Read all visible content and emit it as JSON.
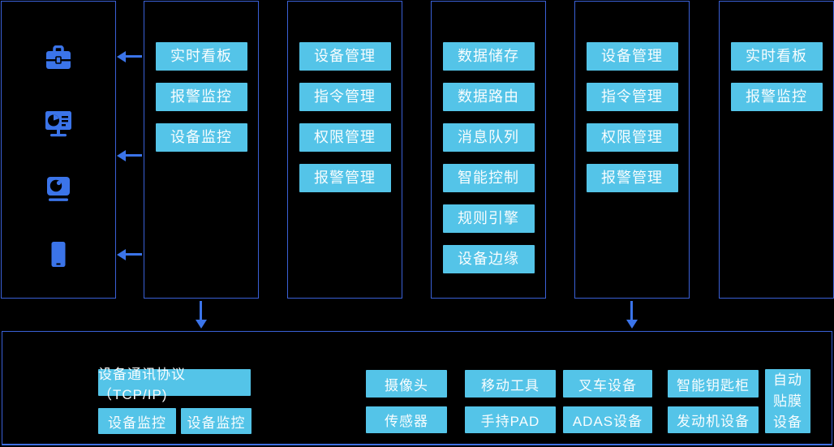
{
  "colors": {
    "background": "#000000",
    "panel_border": "#3a60d6",
    "button_bg": "#54c4e8",
    "button_text": "#ffffff",
    "icon_blue": "#3b74e9",
    "arrow_blue": "#3b74e9"
  },
  "columns": [
    {
      "name": "terminal-devices",
      "icons": [
        "briefcase-icon",
        "monitor-chart-icon",
        "camera-icon",
        "phone-icon"
      ]
    },
    {
      "name": "monitoring-app-left",
      "buttons": [
        "实时看板",
        "报警监控",
        "设备监控"
      ]
    },
    {
      "name": "management-left",
      "buttons": [
        "设备管理",
        "指令管理",
        "权限管理",
        "报警管理"
      ]
    },
    {
      "name": "iot-core",
      "buttons": [
        "数据储存",
        "数据路由",
        "消息队列",
        "智能控制",
        "规则引擎",
        "设备边缘"
      ]
    },
    {
      "name": "management-right",
      "buttons": [
        "设备管理",
        "指令管理",
        "权限管理",
        "报警管理"
      ]
    },
    {
      "name": "monitoring-app-right",
      "buttons": [
        "实时看板",
        "报警监控"
      ]
    }
  ],
  "bottom": {
    "protocol_button": "设备通讯协议（TCP/IP)",
    "monitor_buttons": [
      "设备监控",
      "设备监控"
    ],
    "device_rows": [
      [
        "摄像头",
        "移动工具",
        "叉车设备",
        "智能钥匙柜"
      ],
      [
        "传感器",
        "手持PAD",
        "ADAS设备",
        "发动机设备"
      ]
    ],
    "tall_button": "自动贴膜设备"
  }
}
